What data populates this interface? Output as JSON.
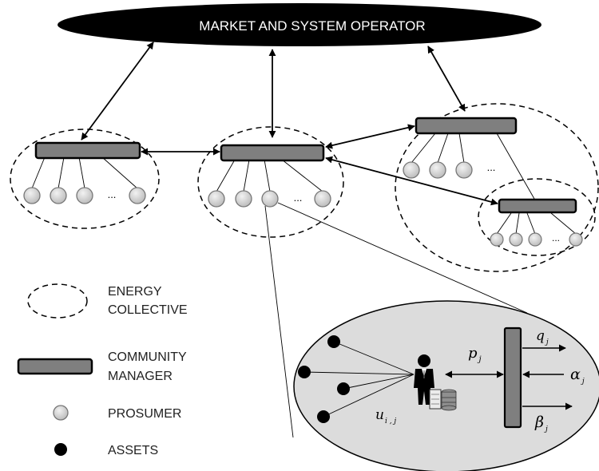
{
  "operator": {
    "label": "MARKET AND SYSTEM OPERATOR"
  },
  "ellipsis": "...",
  "legend": {
    "energy_collective": [
      "ENERGY",
      "COLLECTIVE"
    ],
    "community_manager": [
      "COMMUNITY",
      "MANAGER"
    ],
    "prosumer": "PROSUMER",
    "assets": "ASSETS"
  },
  "detail": {
    "p": "p",
    "p_sub": "j",
    "u": "u",
    "u_sub": "i , j",
    "q": "q",
    "q_sub": "j",
    "alpha": "α",
    "alpha_sub": "j",
    "beta": "β",
    "beta_sub": "j"
  },
  "colors": {
    "manager_fill": "#7f7f7f",
    "prosumer_fill": "#cccccc",
    "detail_fill": "#dcdcdc",
    "operator_fill": "#000000",
    "asset_fill": "#000000"
  }
}
